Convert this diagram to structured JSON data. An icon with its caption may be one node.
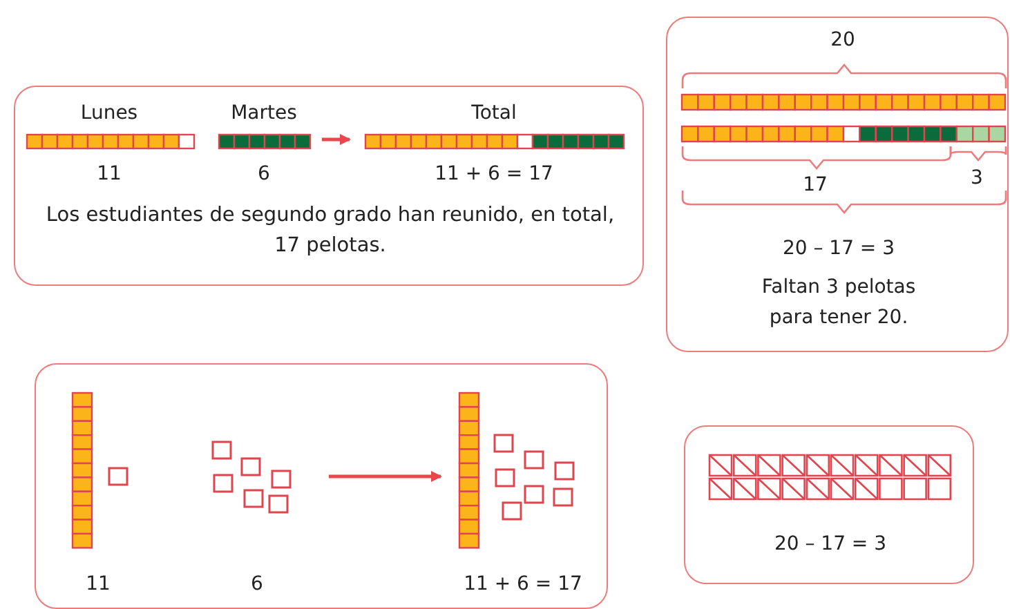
{
  "diagram": {
    "nodes": [
      {
        "text": [
          "Los estudiantes de segundo grado han reunido, en total, 17 pelotas."
        ]
      },
      {
        "text": [
          "Lunes",
          "11"
        ],
        "in": 0
      },
      {
        "text": [
          "Martes",
          "6"
        ],
        "in": 0
      },
      {
        "text": [
          "Total",
          "11 + 6 = 17"
        ],
        "in": 0
      },
      {
        "text": [
          "20 – 17 = 3",
          "Faltan 3 pelotas para tener 20."
        ]
      },
      {
        "text": [],
        "shape": "box"
      },
      {
        "text": [
          "11"
        ],
        "in": 5
      },
      {
        "text": [
          "6"
        ],
        "in": 5
      },
      {
        "text": [
          "11 + 6 = 17"
        ],
        "in": 5
      },
      {
        "text": [
          "20 – 17 = 3"
        ]
      }
    ],
    "edges": [
      {
        "from": 2,
        "to": 3,
        "arrow": "to"
      },
      {
        "from": 7,
        "to": 8,
        "arrow": "to"
      }
    ],
    "labels": [
      "20",
      "17",
      "3"
    ]
  }
}
